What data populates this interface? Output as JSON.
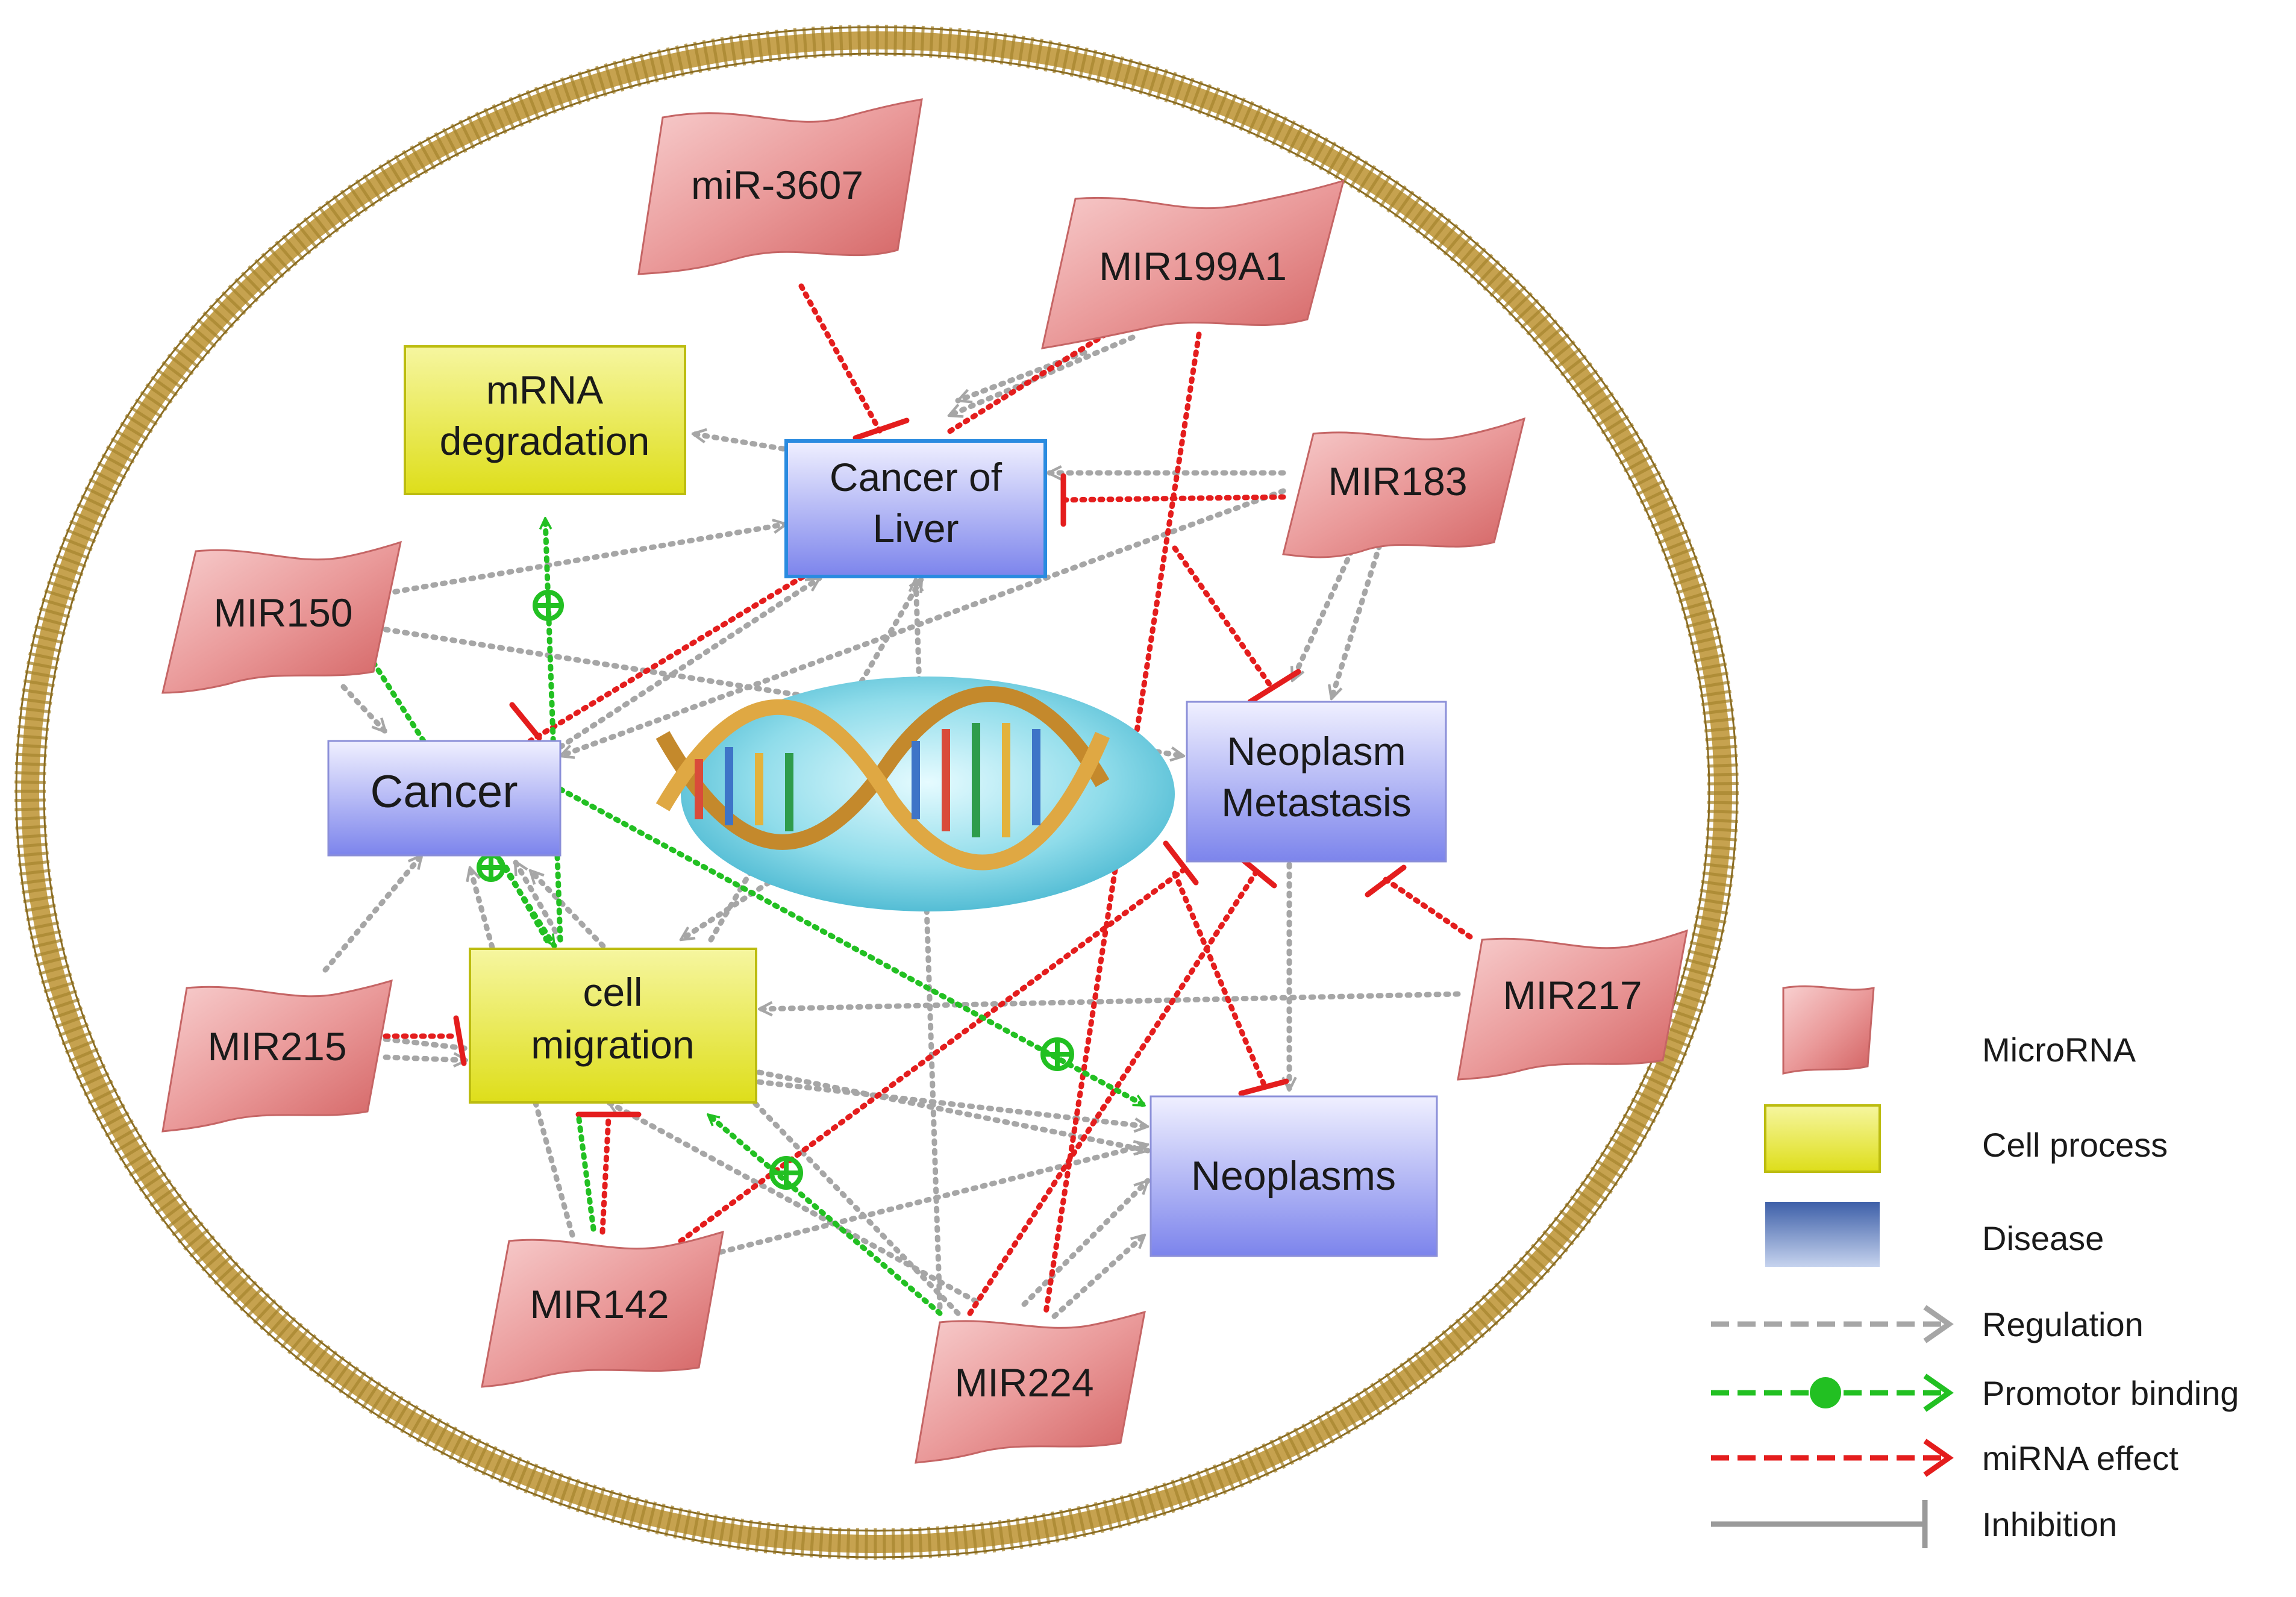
{
  "nodes": {
    "mir3607": {
      "label": "miR-3607",
      "kind": "microrna"
    },
    "mir199a1": {
      "label": "MIR199A1",
      "kind": "microrna"
    },
    "mir183": {
      "label": "MIR183",
      "kind": "microrna"
    },
    "mir150": {
      "label": "MIR150",
      "kind": "microrna"
    },
    "mir215": {
      "label": "MIR215",
      "kind": "microrna"
    },
    "mir217": {
      "label": "MIR217",
      "kind": "microrna"
    },
    "mir142": {
      "label": "MIR142",
      "kind": "microrna"
    },
    "mir224": {
      "label": "MIR224",
      "kind": "microrna"
    },
    "mrna": {
      "line1": "mRNA",
      "line2": "degradation",
      "kind": "cell-process"
    },
    "cellmig": {
      "line1": "cell",
      "line2": "migration",
      "kind": "cell-process"
    },
    "liver": {
      "line1": "Cancer of",
      "line2": "Liver",
      "kind": "disease"
    },
    "cancer": {
      "label": "Cancer",
      "kind": "disease"
    },
    "metastasis": {
      "line1": "Neoplasm",
      "line2": "Metastasis",
      "kind": "disease"
    },
    "neoplasms": {
      "label": "Neoplasms",
      "kind": "disease"
    }
  },
  "legend": {
    "microrna": "MicroRNA",
    "cell_process": "Cell process",
    "disease": "Disease",
    "regulation": "Regulation",
    "promotor": "Promotor binding",
    "mirna_effect": "miRNA effect",
    "inhibition": "Inhibition"
  },
  "colors": {
    "regulation": "#a6a6a6",
    "promotor": "#22c022",
    "mirna_effect": "#e41d1d",
    "inhibition": "#9a9a9a",
    "membrane": "#c8a85a",
    "microrna_fill": "#e27a7a",
    "cell_process_fill": "#e2e21e",
    "disease_fill": "#7e86ec"
  }
}
